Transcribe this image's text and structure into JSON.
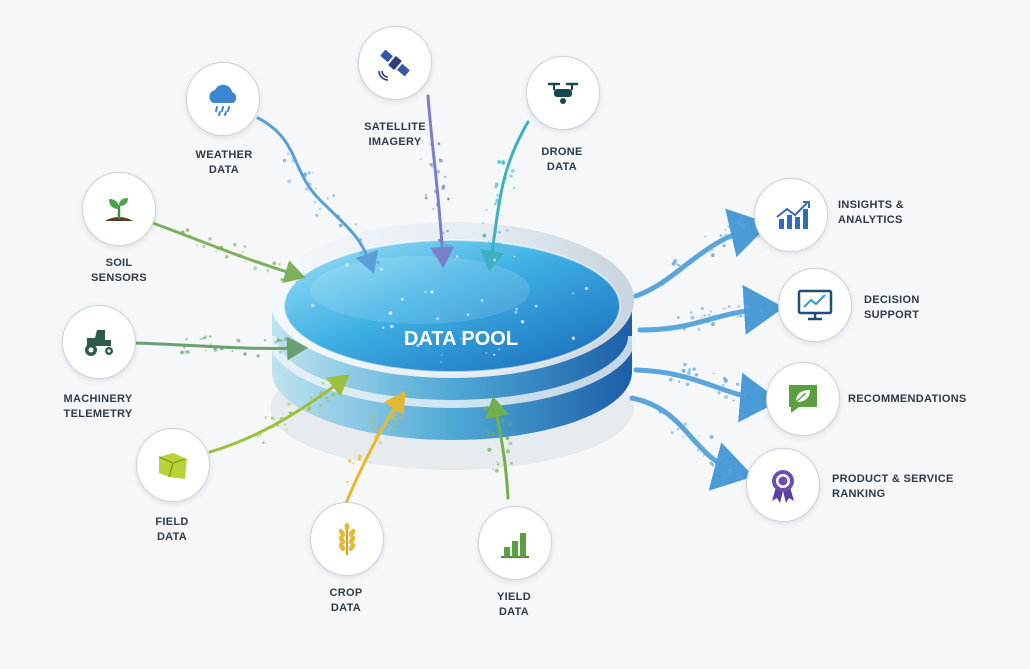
{
  "pool": {
    "label": "DATA POOL"
  },
  "inputs": [
    {
      "id": "weather",
      "line1": "WEATHER",
      "line2": "DATA",
      "icon": "rain-cloud-icon",
      "color": "#5aa0d8"
    },
    {
      "id": "satellite",
      "line1": "SATELLITE",
      "line2": "IMAGERY",
      "icon": "satellite-icon",
      "color": "#7a7fc9"
    },
    {
      "id": "drone",
      "line1": "DRONE",
      "line2": "DATA",
      "icon": "drone-icon",
      "color": "#3fb0c0"
    },
    {
      "id": "soil",
      "line1": "SOIL",
      "line2": "SENSORS",
      "icon": "sprout-icon",
      "color": "#7fb05a"
    },
    {
      "id": "machinery",
      "line1": "MACHINERY",
      "line2": "TELEMETRY",
      "icon": "tractor-icon",
      "color": "#6aa070"
    },
    {
      "id": "field",
      "line1": "FIELD",
      "line2": "DATA",
      "icon": "field-map-icon",
      "color": "#9ac040"
    },
    {
      "id": "crop",
      "line1": "CROP",
      "line2": "DATA",
      "icon": "wheat-icon",
      "color": "#e4b832"
    },
    {
      "id": "yield",
      "line1": "YIELD",
      "line2": "DATA",
      "icon": "bar-chart-icon",
      "color": "#72b04e"
    }
  ],
  "outputs": [
    {
      "id": "insights",
      "line1": "INSIGHTS &",
      "line2": "ANALYTICS",
      "icon": "trend-chart-icon",
      "color": "#2f6db5"
    },
    {
      "id": "decision",
      "line1": "DECISION",
      "line2": "SUPPORT",
      "icon": "monitor-chart-icon",
      "color": "#1e5a8c"
    },
    {
      "id": "recommendations",
      "line1": "RECOMMENDATIONS",
      "line2": "",
      "icon": "leaf-chat-icon",
      "color": "#5aa040"
    },
    {
      "id": "ranking",
      "line1": "PRODUCT & SERVICE",
      "line2": "RANKING",
      "icon": "award-ribbon-icon",
      "color": "#6a4fb0"
    }
  ],
  "colors": {
    "water_light": "#7fd3f0",
    "water_dark": "#1a7fc4",
    "rim": "#e9eef3",
    "outflow": "#5aa6dc",
    "text": "#2e3b47"
  }
}
